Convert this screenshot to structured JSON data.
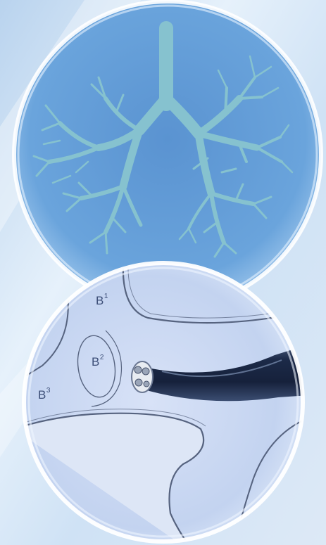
{
  "illustration": {
    "upper_circle": "bronchial-tree",
    "lower_circle": "bronchoscope-in-airway",
    "labels": [
      {
        "base": "B",
        "sup": "1"
      },
      {
        "base": "B",
        "sup": "2"
      },
      {
        "base": "B",
        "sup": "3"
      }
    ]
  },
  "colors": {
    "background": "#cfe3f5",
    "bronchi": "#86c2cf",
    "upper_circle": "#5f98d4",
    "lower_circle": "#c9d7f2",
    "scope": "#1d2d4e",
    "outline": "#56637f"
  }
}
